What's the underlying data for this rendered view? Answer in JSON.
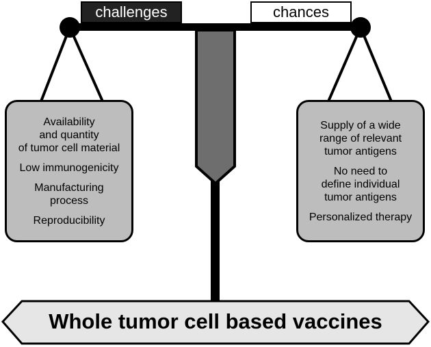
{
  "tags": {
    "left": "challenges",
    "right": "chances"
  },
  "challenges": [
    "Availability\nand quantity\nof tumor cell material",
    "Low immunogenicity",
    "Manufacturing\nprocess",
    "Reproducibility"
  ],
  "chances": [
    "Supply of a wide\nrange of relevant\ntumor antigens",
    "No need to\ndefine individual\ntumor antigens",
    "Personalized therapy"
  ],
  "base": {
    "label": "Whole tumor cell based vaccines"
  },
  "colors": {
    "line": "#000000",
    "pan_fill": "#bdbdbd",
    "pointer_fill": "#6e6e6e",
    "base_fill": "#e6e6e6",
    "challenges_tag_fill": "#222222",
    "chances_tag_fill": "#ffffff"
  }
}
